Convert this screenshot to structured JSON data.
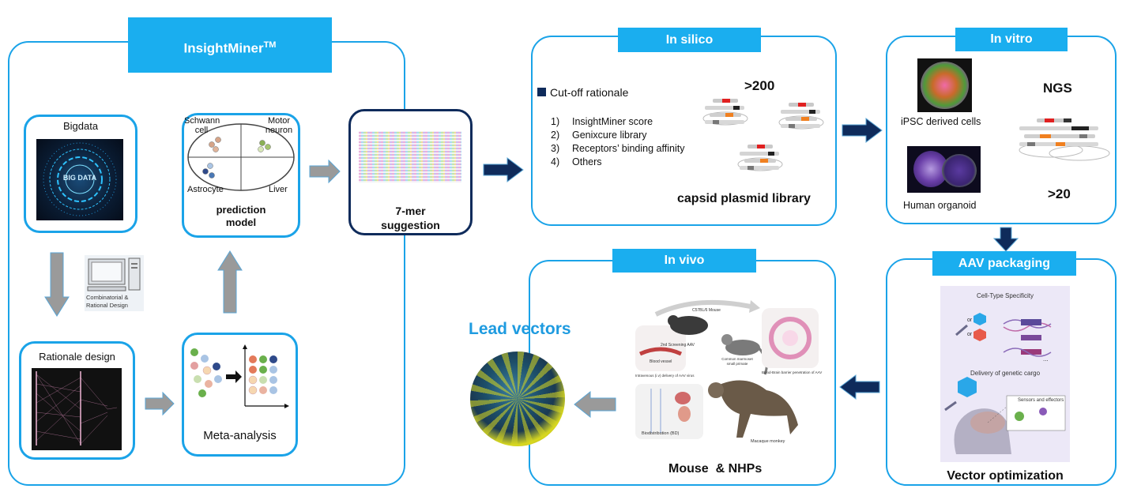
{
  "insightminer": {
    "title": "InsightMiner",
    "title_sup": "TM",
    "bigdata_label": "Bigdata",
    "bigdata_image_text": "BIG DATA",
    "prediction": {
      "schwann": "Schwann",
      "cell": "cell",
      "motor": "Motor",
      "neuron": "neuron",
      "astrocyte": "Astrocyte",
      "liver": "Liver",
      "label_line1": "prediction",
      "label_line2": "model"
    },
    "mer_line1": "7-mer",
    "mer_line2": "suggestion",
    "computer_line1": "Combinatorial &",
    "computer_line2": "Rational Design",
    "rationale_label": "Rationale design",
    "meta_label": "Meta-analysis"
  },
  "in_silico": {
    "title": "In silico",
    "cutoff_title": "Cut-off rationale",
    "criteria": [
      {
        "num": "1)",
        "text": "InsightMiner score"
      },
      {
        "num": "2)",
        "text": "Genixcure library"
      },
      {
        "num": "3)",
        "text": "Receptors’ binding affinity"
      },
      {
        "num": "4)",
        "text": "Others"
      }
    ],
    "count": ">200",
    "library_label": "capsid plasmid library"
  },
  "in_vitro": {
    "title": "In vitro",
    "ipsc_label": "iPSC derived cells",
    "organoid_label": "Human organoid",
    "ngs_label": "NGS",
    "count": ">20"
  },
  "aav": {
    "title": "AAV packaging",
    "specificity": "Cell-Type Specificity",
    "delivery": "Delivery of genetic cargo",
    "sensors": "Sensors and effectors",
    "or1": "or",
    "or2": "or",
    "ellipsis": "...",
    "footer": "Vector optimization"
  },
  "in_vivo": {
    "title": "In vivo",
    "lead_vectors": "Lead vectors",
    "mouse_strain": "C57BL/6 Mouse",
    "screening": "2nd Screening AAV",
    "blood_vessel": "Blood vessel",
    "iv_delivery": "Intravenous (i.v) delivery of AAV virus",
    "marmoset_line1": "Common marmoset",
    "marmoset_line2": "small primate",
    "bbb": "Blood-Brain barrier penetration of AAV",
    "biodistribution": "Biodistribution (BD)",
    "macaque": "Macaque monkey",
    "footer": "Mouse  & NHPs"
  },
  "colors": {
    "accent_blue": "#1aa3e8",
    "banner_blue": "#1aaeef",
    "navy_arrow": "#0f2b5b",
    "gray_arrow": "#9a9a9a",
    "lead_vectors_text": "#1e9be0"
  }
}
